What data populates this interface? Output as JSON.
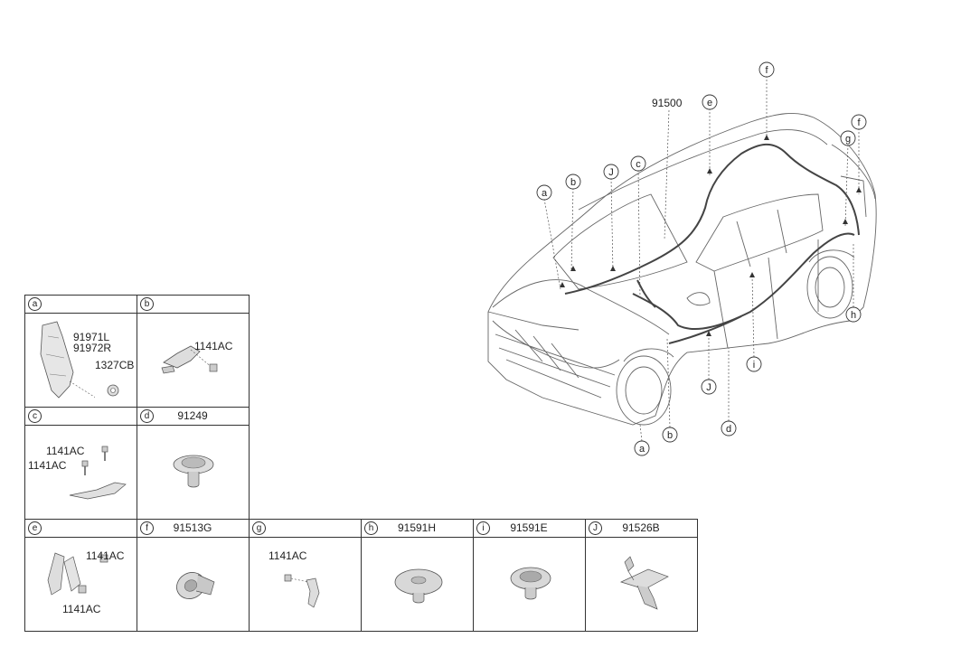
{
  "main_part": "91500",
  "callouts": [
    "a",
    "b",
    "J",
    "c",
    "e",
    "f",
    "f",
    "g",
    "h",
    "a",
    "b",
    "d",
    "J",
    "i"
  ],
  "panels": {
    "a": {
      "key": "a",
      "title": "",
      "parts": [
        "91971L",
        "91972R",
        "1327CB"
      ]
    },
    "b": {
      "key": "b",
      "title": "",
      "parts": [
        "1141AC"
      ]
    },
    "c": {
      "key": "c",
      "title": "",
      "parts": [
        "1141AC",
        "1141AC"
      ]
    },
    "d": {
      "key": "d",
      "title": "91249",
      "parts": []
    },
    "e": {
      "key": "e",
      "title": "",
      "parts": [
        "1141AC",
        "1141AC"
      ]
    },
    "f": {
      "key": "f",
      "title": "91513G",
      "parts": []
    },
    "g": {
      "key": "g",
      "title": "",
      "parts": [
        "1141AC"
      ]
    },
    "h": {
      "key": "h",
      "title": "91591H",
      "parts": []
    },
    "i": {
      "key": "i",
      "title": "91591E",
      "parts": []
    },
    "J": {
      "key": "J",
      "title": "91526B",
      "parts": []
    }
  }
}
